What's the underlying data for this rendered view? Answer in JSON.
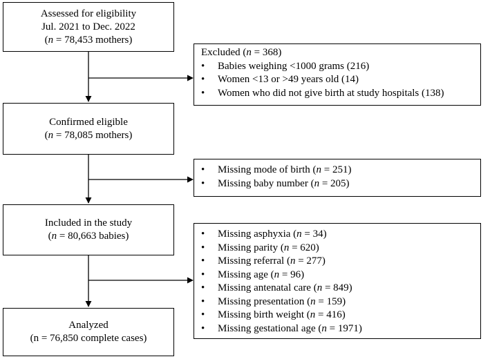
{
  "boxes": {
    "assessed": {
      "line1": "Assessed for eligibility",
      "line2": "Jul. 2021 to Dec. 2022",
      "n_var": "n",
      "count": " = 78,453 mothers)"
    },
    "excluded": {
      "title_pre": "Excluded (",
      "n_var": "n",
      "title_post": " = 368)",
      "items": [
        "Babies weighing <1000 grams (216)",
        "Women <13 or >49 years old (14)",
        "Women who did not give birth at study hospitals (138)"
      ]
    },
    "confirmed": {
      "line1": "Confirmed eligible",
      "n_var": "n",
      "count": " = 78,085 mothers)"
    },
    "missing_birth": {
      "items": [
        {
          "label": "Missing mode of birth (",
          "n_var": "n",
          "value": " = 251)"
        },
        {
          "label": "Missing baby number (",
          "n_var": "n",
          "value": " = 205)"
        }
      ]
    },
    "included": {
      "line1": "Included in the study",
      "n_var": "n",
      "count": " = 80,663 babies)"
    },
    "missing_data": {
      "items": [
        {
          "label": "Missing asphyxia (",
          "n_var": "n",
          "value": " = 34)"
        },
        {
          "label": "Missing parity (",
          "n_var": "n",
          "value": " = 620)"
        },
        {
          "label": "Missing referral (",
          "n_var": "n",
          "value": " = 277)"
        },
        {
          "label": "Missing age (",
          "n_var": "n",
          "value": " = 96)"
        },
        {
          "label": "Missing antenatal care (",
          "n_var": "n",
          "value": " = 849)"
        },
        {
          "label": "Missing presentation (",
          "n_var": "n",
          "value": " = 159)"
        },
        {
          "label": "Missing birth weight (",
          "n_var": "n",
          "value": " = 416)"
        },
        {
          "label": "Missing gestational age (",
          "n_var": "n",
          "value": " = 1971)"
        }
      ]
    },
    "analyzed": {
      "line1": "Analyzed",
      "line2": "(n = 76,850 complete cases)"
    }
  },
  "colors": {
    "stroke": "#000000",
    "background": "#ffffff"
  }
}
